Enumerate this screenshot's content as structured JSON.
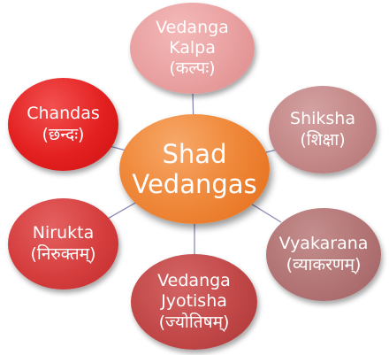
{
  "center": {
    "line1": "Shad",
    "line2": "Vedangas"
  },
  "nodes": {
    "kalpa": {
      "line1": "Vedanga",
      "line2": "Kalpa",
      "line3": "(कल्पः)"
    },
    "shiksha": {
      "line1": "Shiksha",
      "line2": "(शिक्षा)"
    },
    "vyakarana": {
      "line1": "Vyakarana",
      "line2": "(व्याकरणम्)"
    },
    "jyotisha": {
      "line1": "Vedanga",
      "line2": "Jyotisha",
      "line3": "(ज्योतिषम्)"
    },
    "nirukta": {
      "line1": "Nirukta",
      "line2": "(निरुक्तम्)"
    },
    "chandas": {
      "line1": "Chandas",
      "line2": "(छन्दः)"
    }
  },
  "colors": {
    "center": "#f08a3c",
    "kalpa": "#e9a0a0",
    "shiksha": "#c48888",
    "vyakarana": "#b27474",
    "jyotisha": "#c24848",
    "nirukta": "#d63e3e",
    "chandas": "#e42020",
    "connector": "#8a8ab8"
  }
}
